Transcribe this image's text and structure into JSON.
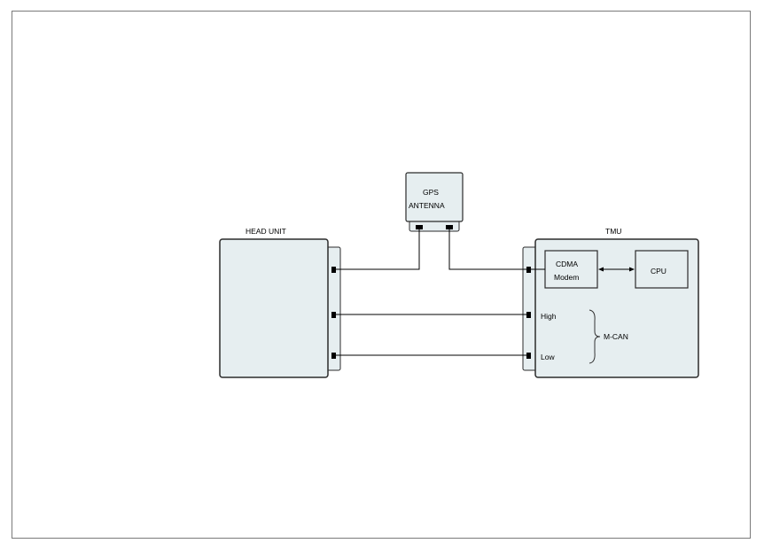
{
  "labels": {
    "gps_line1": "GPS",
    "gps_line2": "ANTENNA",
    "head_unit": "HEAD UNIT",
    "tmu": "TMU",
    "cdma_line1": "CDMA",
    "cdma_line2": "Modem",
    "cpu": "CPU",
    "high": "High",
    "low": "Low",
    "mcan": "M-CAN"
  },
  "colors": {
    "box_fill": "#e6eef0",
    "box_stroke": "#2b2b2b",
    "line": "#000000"
  }
}
